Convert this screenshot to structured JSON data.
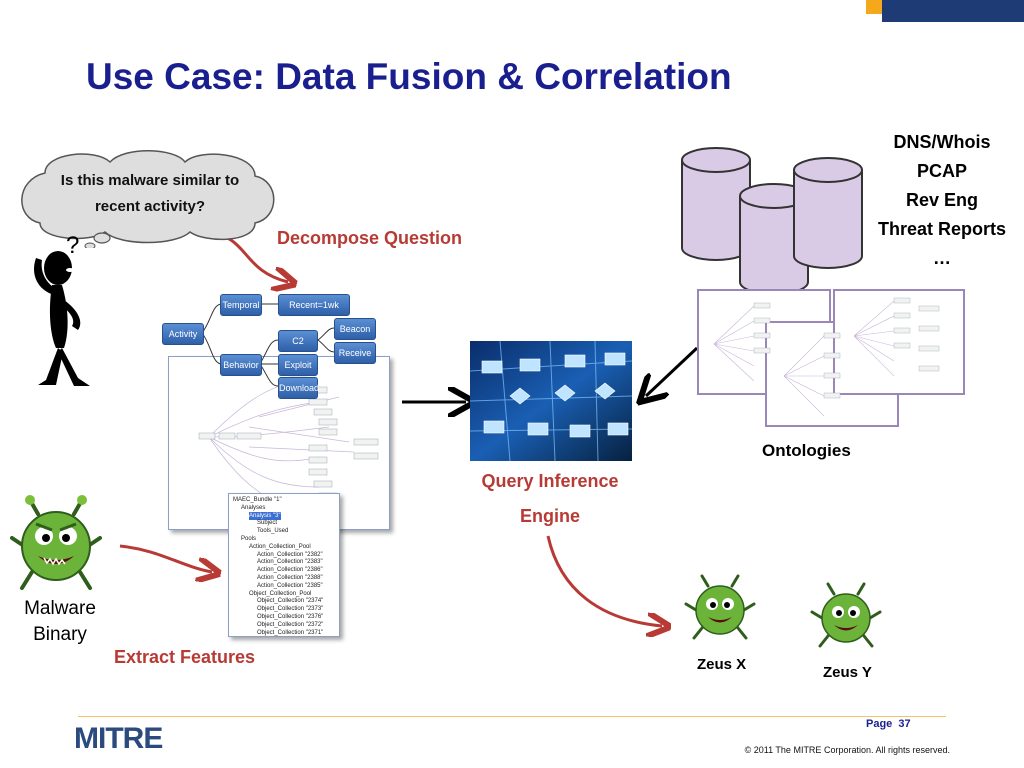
{
  "title": "Use Case: Data Fusion & Correlation",
  "thought_bubble": {
    "line1": "Is this malware similar to",
    "line2": "recent activity?"
  },
  "question_mark": "?",
  "labels": {
    "decompose": "Decompose Question",
    "extract": "Extract Features",
    "engine_line1": "Query Inference",
    "engine_line2": "Engine",
    "ontologies": "Ontologies",
    "malware_line1": "Malware",
    "malware_line2": "Binary",
    "zeus_x": "Zeus X",
    "zeus_y": "Zeus Y"
  },
  "data_sources": [
    "DNS/Whois",
    "PCAP",
    "Rev Eng",
    "Threat Reports",
    "…"
  ],
  "decomposition_nodes": {
    "activity": "Activity",
    "temporal": "Temporal",
    "recent": "Recent=1wk",
    "behavior": "Behavior",
    "c2": "C2",
    "beacon": "Beacon",
    "receive": "Receive",
    "exploit": "Exploit",
    "download": "Download"
  },
  "feature_tree": [
    "MAEC_Bundle \"1\"",
    "Analyses",
    "Analysis \"3\"",
    "Subject",
    "Tools_Used",
    "Pools",
    "Action_Collection_Pool",
    "Action_Collection \"2382\"",
    "Action_Collection \"2383\"",
    "Action_Collection \"2386\"",
    "Action_Collection \"2388\"",
    "Action_Collection \"2385\"",
    "Object_Collection_Pool",
    "Object_Collection \"2374\"",
    "Object_Collection \"2373\"",
    "Object_Collection \"2376\"",
    "Object_Collection \"2372\"",
    "Object_Collection \"2371\""
  ],
  "footer": {
    "logo": "MITRE",
    "page_label": "Page",
    "page_number": "37",
    "copyright": "© 2011 The MITRE Corporation. All rights reserved."
  },
  "colors": {
    "title": "#1a1f8f",
    "accent_red": "#b83a35",
    "db_fill": "#d9cbe5",
    "brand_bar": "#1f3b75",
    "brand_accent": "#f6a81c"
  }
}
